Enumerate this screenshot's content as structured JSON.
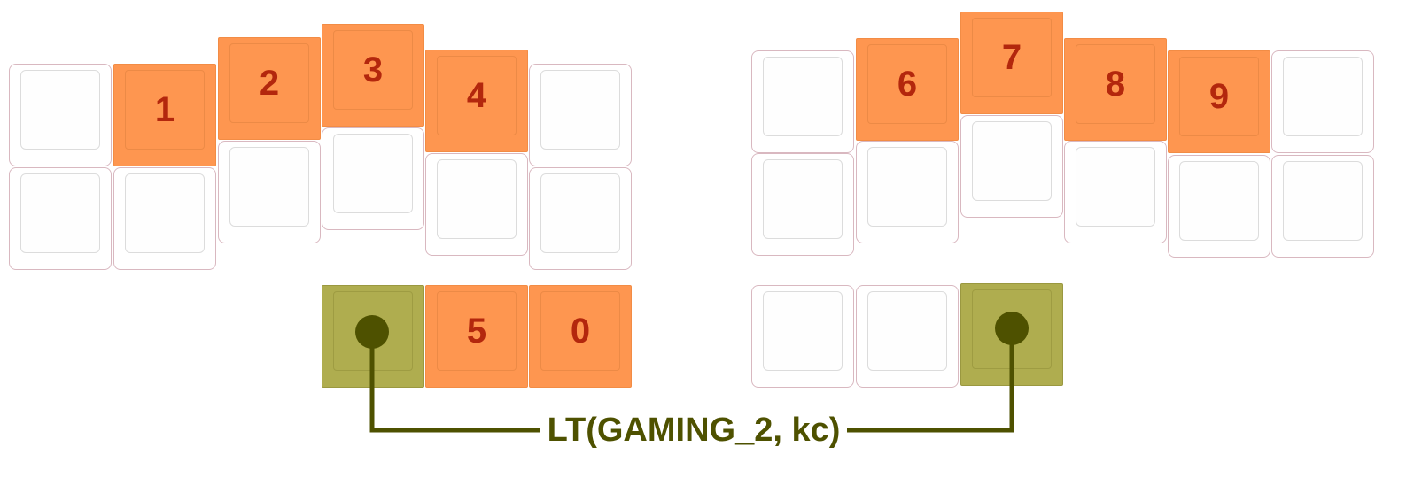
{
  "keyboard": {
    "left_top_labels": [
      "",
      "1",
      "2",
      "3",
      "4",
      ""
    ],
    "right_top_labels": [
      "",
      "6",
      "7",
      "8",
      "9",
      ""
    ],
    "left_thumb_labels": [
      "",
      "5",
      "0"
    ],
    "right_thumb_labels": [
      "",
      "",
      ""
    ]
  },
  "combo": {
    "label": "LT(GAMING_2, kc)"
  },
  "colors": {
    "highlight_key": "#fe9650",
    "combo_key": "#afad4f",
    "combo_line": "#4e5100",
    "key_label": "#b3270d"
  }
}
